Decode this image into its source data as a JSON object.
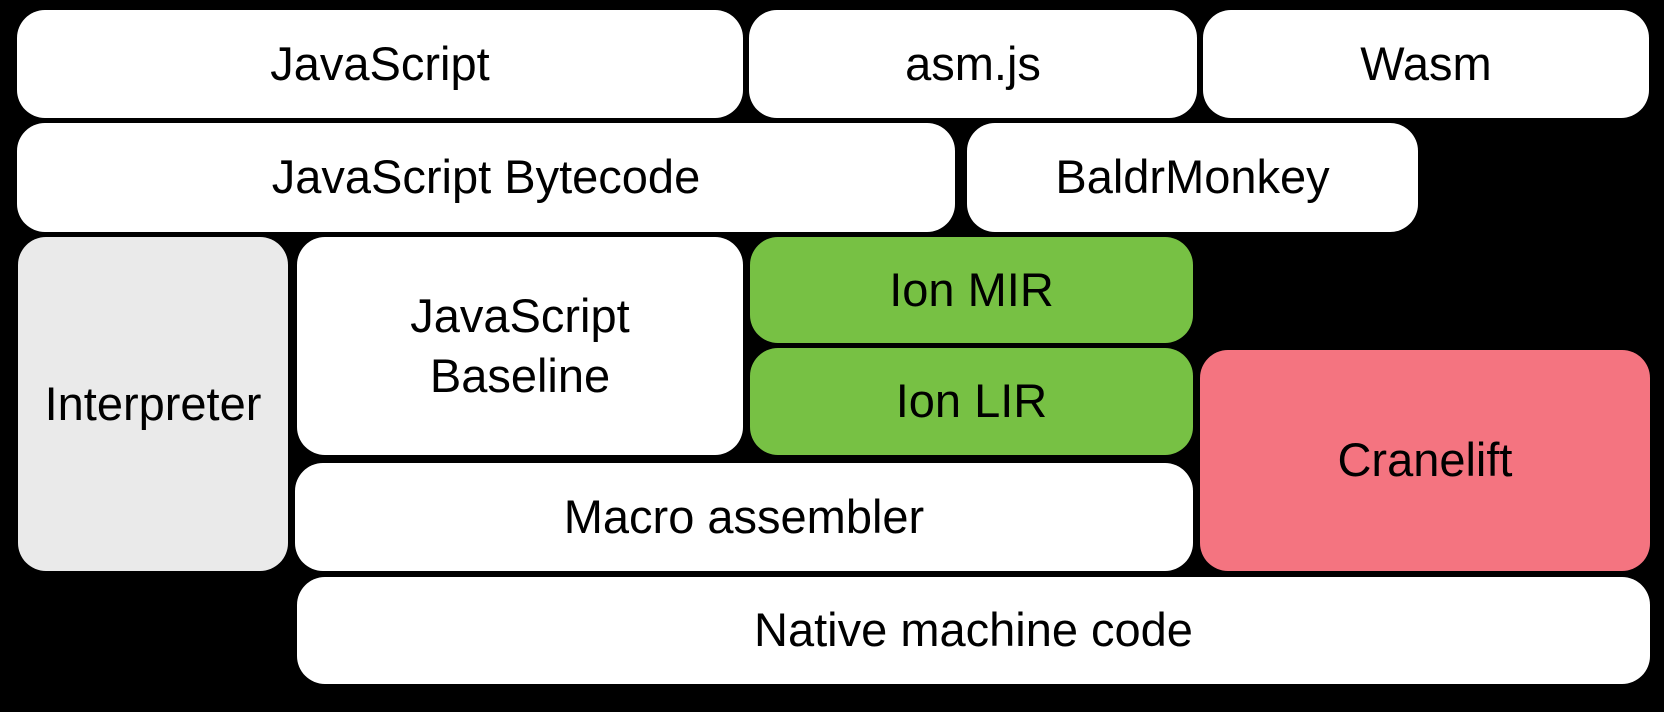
{
  "canvas": {
    "background": "#000000"
  },
  "colors": {
    "box_white": "#ffffff",
    "box_gray": "#eaeaea",
    "box_green": "#77c144",
    "box_pink": "#f47480",
    "label_text": "#000000"
  },
  "boxes": {
    "javascript": {
      "label": "JavaScript",
      "color_role": "white"
    },
    "asmjs": {
      "label": "asm.js",
      "color_role": "white"
    },
    "wasm": {
      "label": "Wasm",
      "color_role": "white"
    },
    "javascript_bytecode": {
      "label": "JavaScript Bytecode",
      "color_role": "white"
    },
    "baldrmonkey": {
      "label": "BaldrMonkey",
      "color_role": "white"
    },
    "interpreter": {
      "label": "Interpreter",
      "color_role": "gray"
    },
    "javascript_baseline": {
      "lines": [
        "JavaScript",
        "Baseline"
      ],
      "color_role": "white"
    },
    "ion_mir": {
      "label": "Ion MIR",
      "color_role": "green"
    },
    "ion_lir": {
      "label": "Ion LIR",
      "color_role": "green"
    },
    "cranelift": {
      "label": "Cranelift",
      "color_role": "pink"
    },
    "macro_assembler": {
      "label": "Macro assembler",
      "color_role": "white"
    },
    "native_machine_code": {
      "label": "Native machine code",
      "color_role": "white"
    }
  }
}
